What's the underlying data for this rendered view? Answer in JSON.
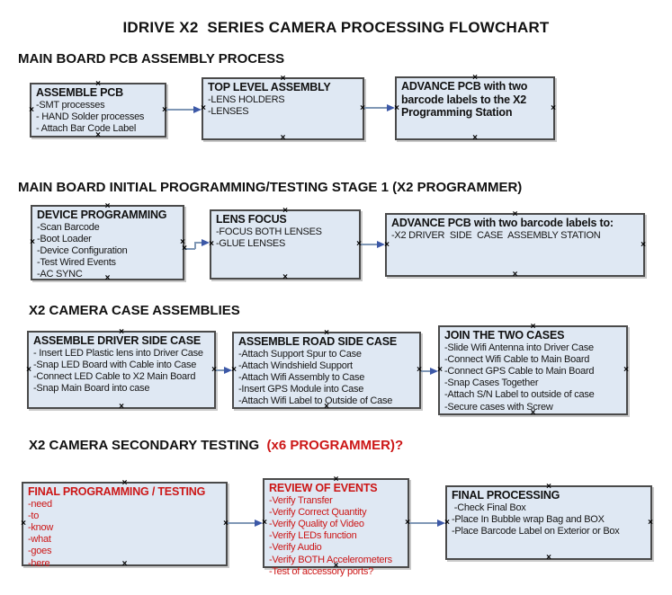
{
  "title": "IDRIVE X2  SERIES CAMERA PROCESSING FLOWCHART",
  "icons": {
    "selection_handle": "×"
  },
  "colors": {
    "text": "#111111",
    "red_text": "#cc1616",
    "box_fill": "#dfe8f3",
    "box_border": "#4a4a4a",
    "box_shadow": "#c9c9c9",
    "connector_line": "#7f97b5",
    "connector_arrow": "#3c58a7",
    "handle": "#000000"
  },
  "sections": [
    {
      "header": "MAIN BOARD PCB ASSEMBLY PROCESS",
      "header_suffix": "",
      "boxes": [
        {
          "title": "ASSEMBLE PCB",
          "red": false,
          "bold_items": false,
          "items": [
            "-SMT processes",
            "- HAND Solder processes",
            "- Attach Bar Code Label"
          ]
        },
        {
          "title": "TOP LEVEL ASSEMBLY",
          "red": false,
          "bold_items": false,
          "items": [
            "-LENS HOLDERS",
            "-LENSES"
          ]
        },
        {
          "title": "ADVANCE PCB with two barcode labels to the  X2 Programming Station",
          "red": false,
          "bold_items": true,
          "items": []
        }
      ]
    },
    {
      "header": "MAIN BOARD INITIAL PROGRAMMING/TESTING STAGE 1 (X2 PROGRAMMER)",
      "header_suffix": "",
      "boxes": [
        {
          "title": "DEVICE PROGRAMMING",
          "red": false,
          "bold_items": false,
          "items": [
            "-Scan Barcode",
            "-Boot Loader",
            "-Device Configuration",
            "-Test Wired Events",
            "-AC SYNC"
          ]
        },
        {
          "title": "LENS FOCUS",
          "red": false,
          "bold_items": false,
          "items": [
            "-FOCUS BOTH LENSES",
            "-GLUE LENSES"
          ]
        },
        {
          "title": "ADVANCE PCB with two barcode labels to:",
          "red": false,
          "bold_items": false,
          "items": [
            "-X2 DRIVER  SIDE  CASE  ASSEMBLY STATION"
          ]
        }
      ]
    },
    {
      "header": "X2 CAMERA CASE ASSEMBLIES",
      "header_suffix": "",
      "boxes": [
        {
          "title": "ASSEMBLE DRIVER SIDE CASE",
          "red": false,
          "bold_items": false,
          "items": [
            "- Insert LED Plastic lens into Driver Case",
            "-Snap LED Board with Cable into Case",
            "-Connect LED Cable to X2 Main Board",
            "-Snap Main Board into case"
          ]
        },
        {
          "title": "ASSEMBLE ROAD SIDE CASE",
          "red": false,
          "bold_items": false,
          "items": [
            "-Attach Support Spur to Case",
            "-Attach Windshield Support",
            "-Attach Wifi Assembly to Case",
            "-Insert GPS Module into Case",
            "-Attach Wifi Label to Outside of Case"
          ]
        },
        {
          "title": "JOIN THE TWO CASES",
          "red": false,
          "bold_items": false,
          "items": [
            "-Slide Wifi Antenna into Driver Case",
            "-Connect Wifi Cable to Main Board",
            "-Connect GPS Cable to Main Board",
            "-Snap Cases Together",
            "-Attach S/N Label to outside of case",
            "-Secure cases with Screw"
          ]
        }
      ]
    },
    {
      "header": "X2 CAMERA SECONDARY TESTING ",
      "header_suffix": " (x6 PROGRAMMER)?",
      "boxes": [
        {
          "title": "FINAL PROGRAMMING / TESTING",
          "red": true,
          "bold_items": false,
          "items": [
            "-need",
            "-to",
            "-know",
            "-what",
            "-goes",
            "-here"
          ]
        },
        {
          "title": "REVIEW OF EVENTS",
          "red": true,
          "bold_items": false,
          "items": [
            "-Verify Transfer",
            "-Verify Correct Quantity",
            "-Verify Quality of Video",
            "-Verify LEDs function",
            "-Verify Audio",
            "-Verify BOTH Accelerometers",
            "-Test of accessory ports?"
          ]
        },
        {
          "title": "FINAL PROCESSING",
          "red": false,
          "bold_items": false,
          "items": [
            " -Check Final Box",
            "-Place In Bubble wrap Bag and BOX",
            "-Place Barcode Label on Exterior or Box"
          ]
        }
      ]
    }
  ]
}
